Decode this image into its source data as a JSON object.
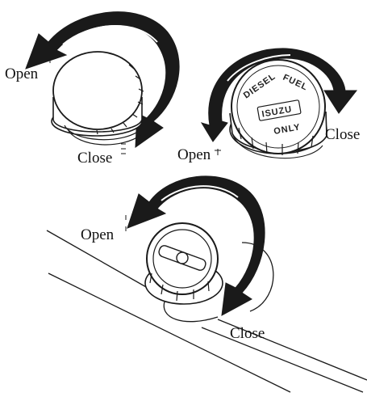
{
  "colors": {
    "ink": "#1a1a1a",
    "arrow_fill": "#1a1a1a",
    "cap_fill": "#ffffff",
    "background": "#ffffff"
  },
  "panels": [
    {
      "id": "cap-left",
      "open_label": "Open",
      "close_label": "Close"
    },
    {
      "id": "cap-right",
      "open_label": "Open",
      "close_label": "Close",
      "cap_text": {
        "line1": "DIESEL",
        "line2": "FUEL",
        "brand": "ISUZU",
        "line3": "ONLY"
      }
    },
    {
      "id": "cap-bottom",
      "open_label": "Open",
      "close_label": "Close"
    }
  ]
}
